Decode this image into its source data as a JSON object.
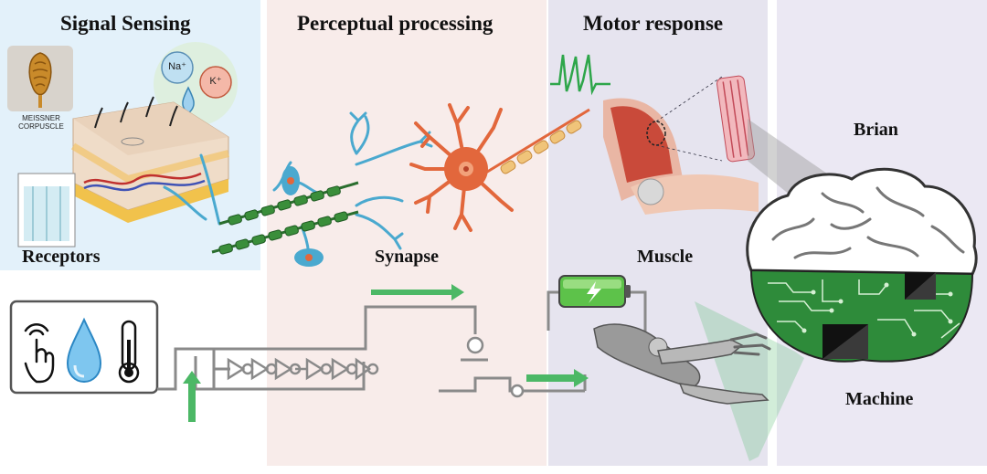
{
  "sections": {
    "signal_sensing": "Signal Sensing",
    "perceptual_processing": "Perceptual processing",
    "motor_response": "Motor response"
  },
  "labels": {
    "receptors": "Receptors",
    "synapse": "Synapse",
    "muscle": "Muscle",
    "brain": "Brian",
    "machine": "Machine",
    "meissner_line1": "MEISSNER",
    "meissner_line2": "CORPUSCLE",
    "sodium": "Na⁺",
    "potassium": "K⁺"
  },
  "colors": {
    "sensing_bg": "#e3f1fa",
    "processing_bg": "#f8ecea",
    "motor_bg": "#e6e4ef",
    "brain_bg": "#ebe8f3",
    "neuron_blue": "#4aa9cf",
    "neuron_orange": "#e2673c",
    "circuit_green": "#2e8b3a",
    "arrow_green": "#4cb866"
  },
  "icons": [
    "touch-icon",
    "water-drop-icon",
    "thermometer-icon",
    "battery-icon",
    "robot-arm-icon"
  ]
}
